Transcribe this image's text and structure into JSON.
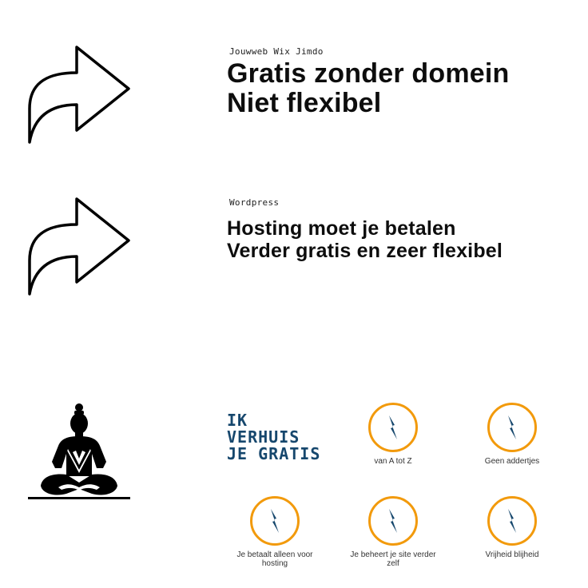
{
  "section1": {
    "label": "Jouwweb Wix Jimdo",
    "lines": [
      "Gratis zonder domein",
      "Niet flexibel"
    ],
    "icon": "share-arrow-icon"
  },
  "section2": {
    "label": "Wordpress",
    "lines": [
      "Hosting moet je betalen",
      "Verder gratis en zeer flexibel"
    ],
    "icon": "share-arrow-icon"
  },
  "promo": {
    "icon": "meditation-icon",
    "lines": [
      "IK",
      "VERHUIS",
      "JE GRATIS"
    ],
    "color": "#16476d"
  },
  "features": {
    "accent": "#f29a0c",
    "bolt_color": "#16476d",
    "icon": "lightning-bolt-icon",
    "items": [
      {
        "label": "van A tot Z"
      },
      {
        "label": "Geen addertjes"
      },
      {
        "label": "Je betaalt alleen voor hosting"
      },
      {
        "label": "Je beheert je site verder zelf"
      },
      {
        "label": "Vrijheid blijheid"
      }
    ]
  }
}
